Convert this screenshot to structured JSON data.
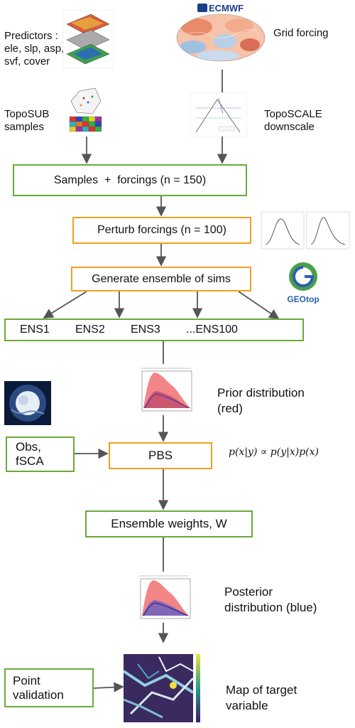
{
  "header": {
    "ecmwf_logo": "ECMWF"
  },
  "labels": {
    "predictors": [
      "Predictors :",
      "ele, slp, asp,",
      "svf, cover"
    ],
    "grid_forcing": "Grid forcing",
    "toposub": [
      "TopoSUB",
      "samples"
    ],
    "toposcale": [
      "TopoSCALE",
      "downscale"
    ],
    "prior": [
      "Prior distribution",
      "(red)"
    ],
    "posterior": [
      "Posterior",
      "distribution (blue)"
    ],
    "map_target": [
      "Map of target",
      "variable"
    ],
    "geotop_logo": "GEOtop",
    "bayes_formula": "p(x|y) ∝ p(y|x)p(x)"
  },
  "boxes": {
    "samples_forcings": "Samples  +  forcings (n = 150)",
    "perturb": "Perturb forcings (n = 100)",
    "generate": "Generate ensemble of sims",
    "ensembles": [
      "ENS1",
      "ENS2",
      "ENS3",
      "...ENS100"
    ],
    "obs": [
      "Obs,",
      "fSCA"
    ],
    "pbs": "PBS",
    "weights": "Ensemble weights, W",
    "point_validation": [
      "Point",
      "validation"
    ]
  },
  "colors": {
    "green_border": "#6aaa3a",
    "orange_border": "#f0a020",
    "arrow": "#555555",
    "prior_band": "#f07070",
    "posterior_band": "#7060c0"
  }
}
